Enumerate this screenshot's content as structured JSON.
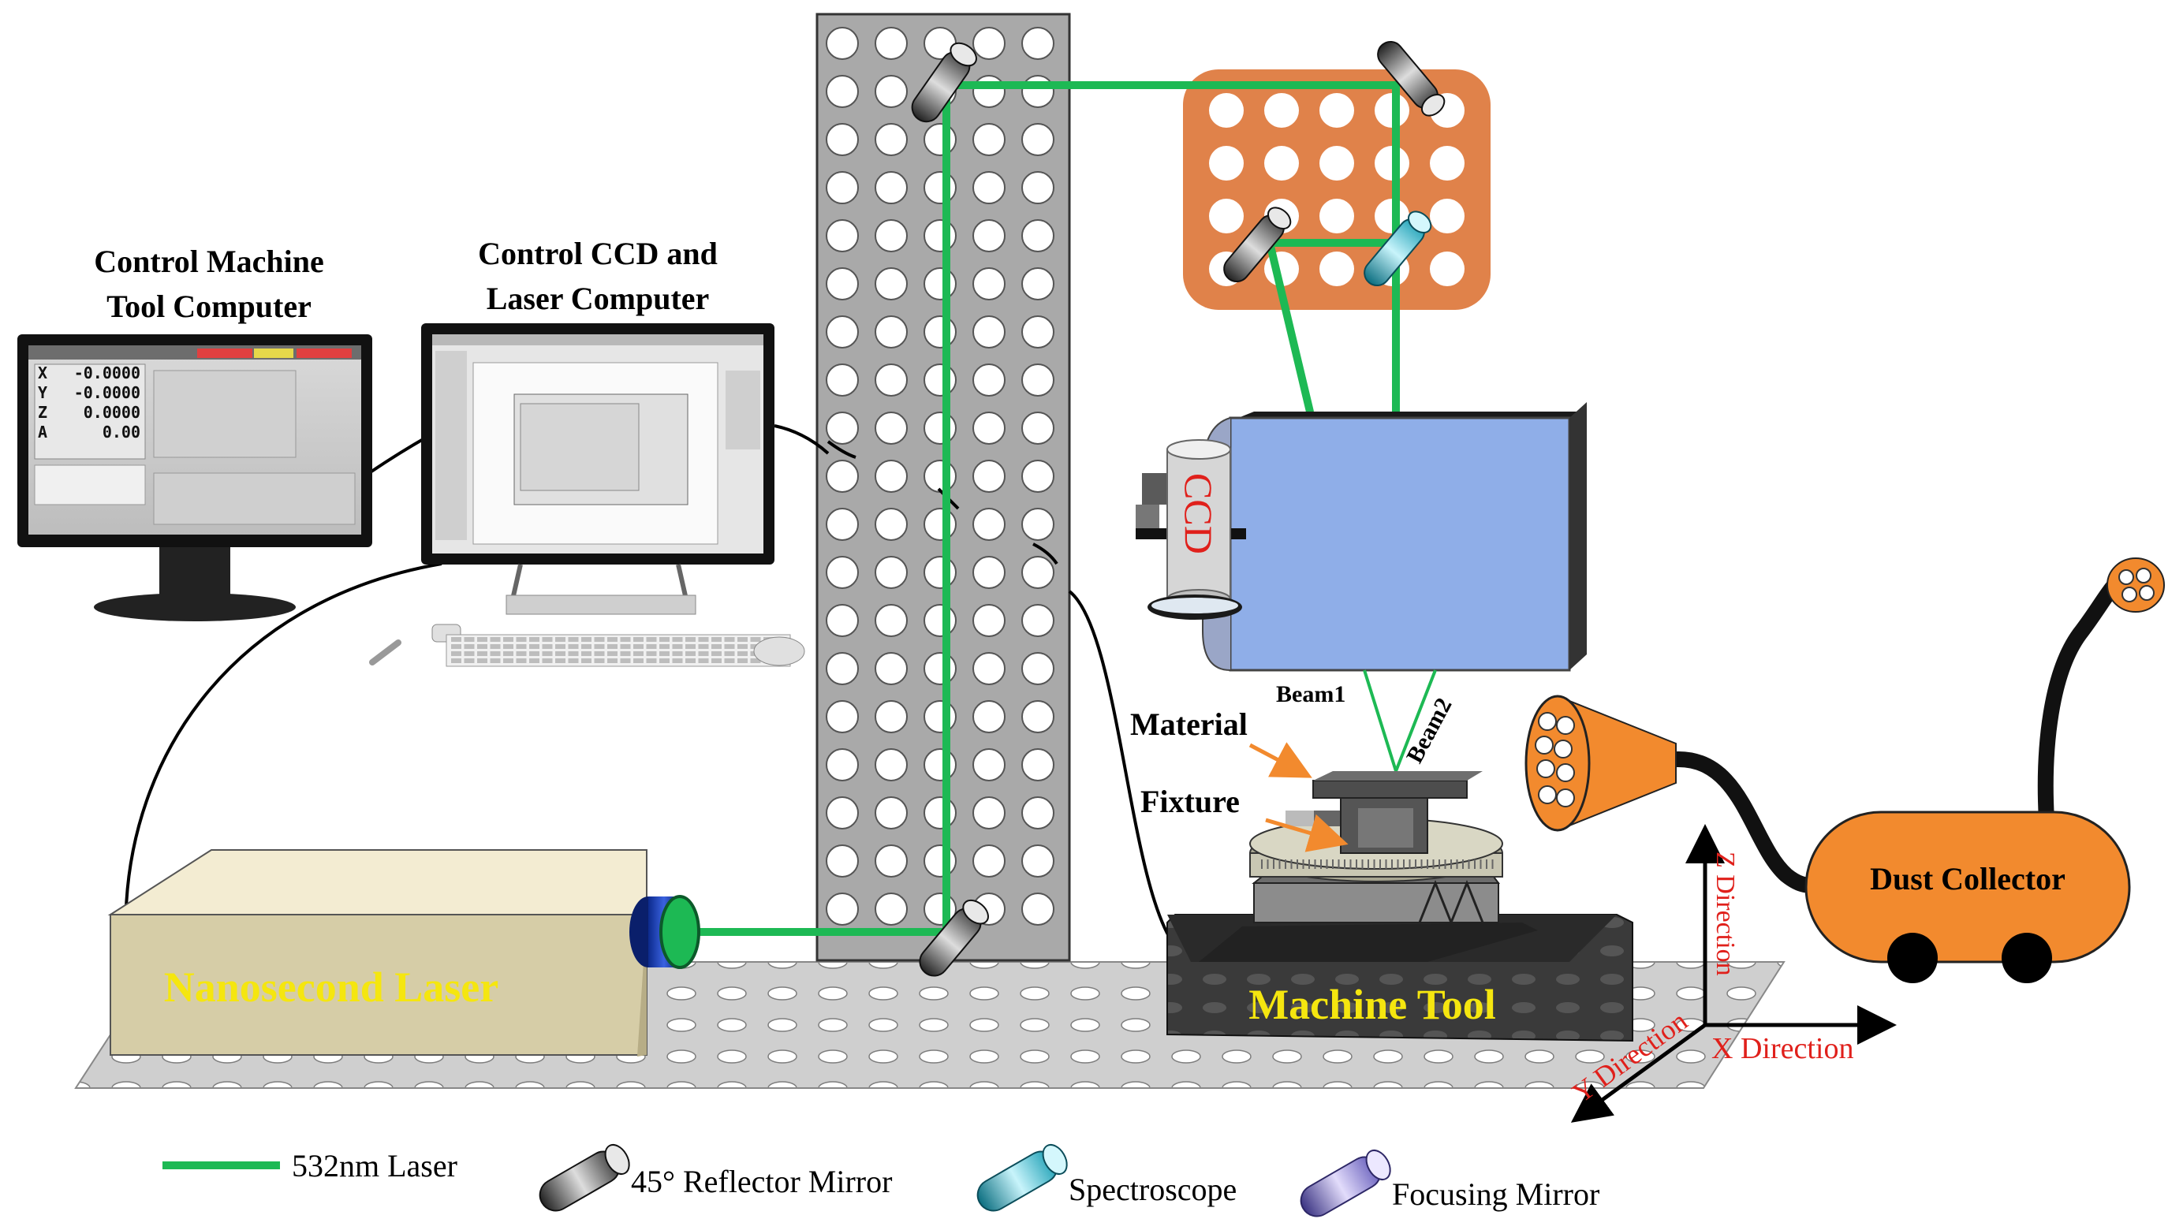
{
  "labels": {
    "control_machine_tool_computer": [
      "Control Machine",
      "Tool Computer"
    ],
    "control_ccd_laser_computer": [
      "Control CCD and",
      "Laser Computer"
    ],
    "nanosecond_laser": "Nanosecond Laser",
    "ccd": "CCD",
    "beam1": "Beam1",
    "beam2": "Beam2",
    "material": "Material",
    "fixture": "Fixture",
    "machine_tool": "Machine Tool",
    "dust_collector": "Dust Collector",
    "z_direction": "Z Direction",
    "x_direction": "X Direction",
    "y_direction": "Y Direction"
  },
  "screen_readout": [
    {
      "axis": "X",
      "value": "-0.0000"
    },
    {
      "axis": "Y",
      "value": "-0.0000"
    },
    {
      "axis": "Z",
      "value": "0.0000"
    },
    {
      "axis": "A",
      "value": "0.00"
    }
  ],
  "legend": [
    {
      "id": "laser",
      "label": "532nm Laser"
    },
    {
      "id": "reflector",
      "label": "45° Reflector Mirror"
    },
    {
      "id": "spectroscope",
      "label": "Spectroscope"
    },
    {
      "id": "focusing",
      "label": "Focusing Mirror"
    }
  ],
  "colors": {
    "laser_beam": "#1db954",
    "orange": "#f28a2e",
    "breadboard_orange": "#e0824a",
    "laser_box": "#d6cda7",
    "laser_box_top": "#f3ecd2",
    "scan_head": "#8faee8",
    "machine_base": "#3d3d3d",
    "grey_board": "#a9a9a9",
    "label_red": "#e0201b",
    "label_yellow": "#f5e60f"
  },
  "icons": {
    "reflector": "reflector-mirror-icon",
    "spectroscope": "spectroscope-icon",
    "focusing": "focusing-mirror-icon",
    "laser_line": "laser-line-icon"
  }
}
